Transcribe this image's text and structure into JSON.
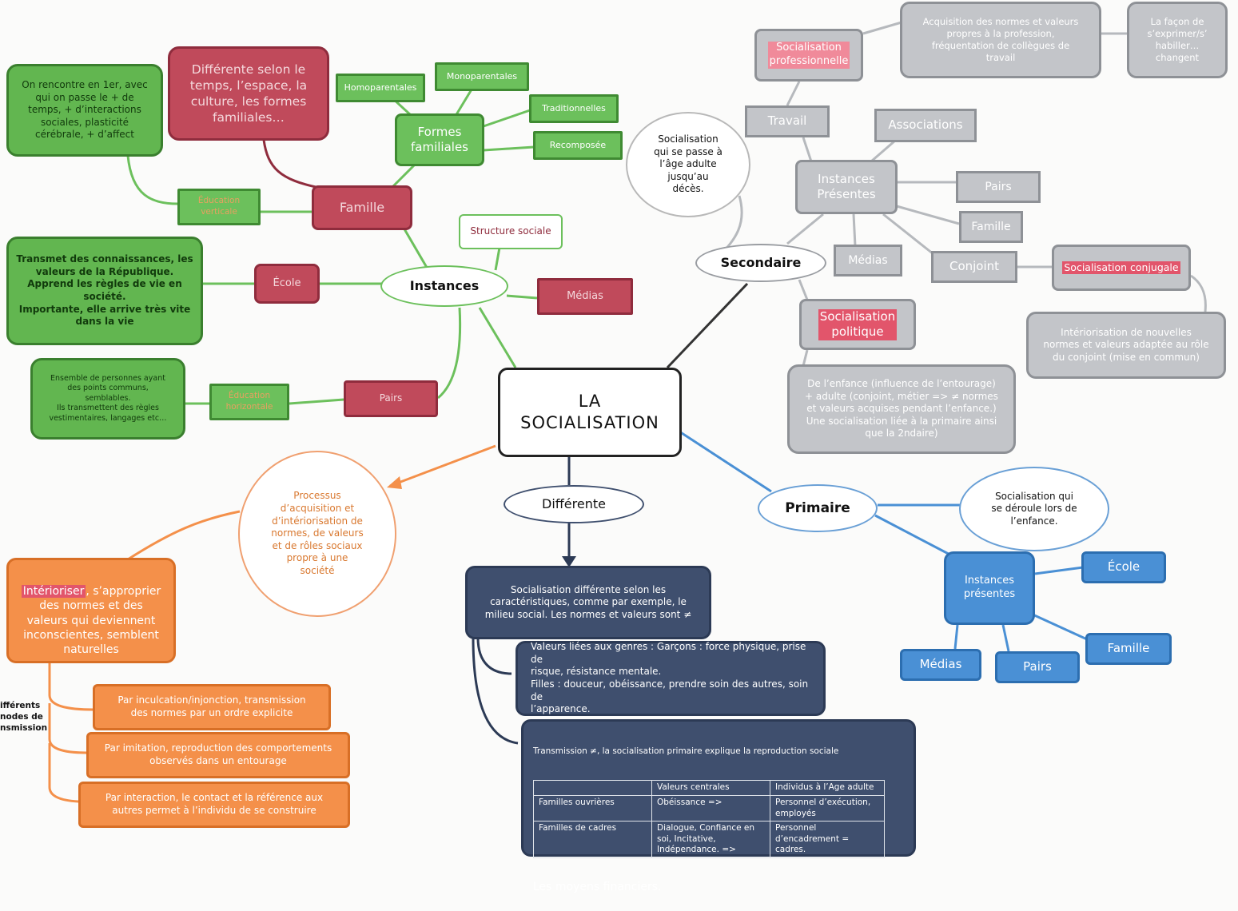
{
  "center": {
    "line1": "LA",
    "line2": "SOCIALISATION"
  },
  "branches": {
    "instances": "Instances",
    "secondaire": "Secondaire",
    "primaire": "Primaire",
    "differente": "Différente"
  },
  "left": {
    "famille": "Famille",
    "famille_desc": "Différente selon le\ntemps, l’espace, la\nculture, les formes\nfamiliales…",
    "formes_familiales": "Formes\nfamiliales",
    "homoparentales": "Homoparentales",
    "monoparentales": "Monoparentales",
    "traditionnelles": "Traditionnelles",
    "recomposee": "Recomposée",
    "education_verticale": "Éducation\nverticale",
    "famille_note": "On rencontre en 1er, avec\nqui on passe le + de\ntemps, + d’interactions\nsociales, plasticité\ncérébrale, + d’affect",
    "structure_sociale": "Structure sociale",
    "ecole": "École",
    "ecole_note": "Transmet des connaissances, les\nvaleurs de la République.\nApprend les règles de vie en\nsociété.\nImportante, elle arrive très vite\ndans la vie",
    "medias": "Médias",
    "pairs": "Pairs",
    "education_horizontale": "Éducation\nhorizontale",
    "pairs_note": "Ensemble de personnes ayant\ndes points communs,\nsemblables.\nIls transmettent des règles\nvestimentaires, langages etc…"
  },
  "secondary": {
    "age_adulte": "Socialisation\nqui se passe à\nl’âge adulte\njusqu’au\ndécès.",
    "travail": "Travail",
    "socialisation_pro": "Socialisation\nprofessionnelle",
    "acquisition_note": "Acquisition des normes et valeurs\npropres à la profession,\nfréquentation de collègues de\ntravail",
    "facon_note": "La façon de\ns’exprimer/s’\nhabiller…\nchangent",
    "associations": "Associations",
    "instances_presentes": "Instances\nPrésentes",
    "pairs": "Pairs",
    "famille": "Famille",
    "medias": "Médias",
    "conjoint": "Conjoint",
    "socialisation_conjugale": "Socialisation conjugale",
    "conjugale_note": "Intériorisation de nouvelles\nnormes et valeurs adaptée au rôle\ndu conjoint (mise en commun)",
    "socialisation_politique": "Socialisation\npolitique",
    "politique_note": "De l’enfance (influence de l’entourage)\n+ adulte (conjoint, métier => ≠ normes\net valeurs acquises pendant l’enfance.)\nUne socialisation liée à la primaire ainsi\nque la 2ndaire)"
  },
  "primary": {
    "enfance": "Socialisation qui\nse déroule lors de\nl’enfance.",
    "instances_presentes": "Instances\nprésentes",
    "ecole": "École",
    "famille": "Famille",
    "pairs": "Pairs",
    "medias": "Médias"
  },
  "definition": {
    "processus": "Processus\nd’acquisition et\nd’intériorisation de\nnormes, de valeurs\net de rôles sociaux\npropre à une\nsociété",
    "interioriser_hl": "Intérioriser",
    "interioriser_rest": ", s’approprier\ndes normes et des\nvaleurs qui deviennent\ninconscientes, semblent\nnaturelles",
    "modes_label": "ifférents\nnodes de\nnsmission",
    "inculcation": "Par inculcation/injonction, transmission\ndes normes par un ordre explicite",
    "imitation": "Par imitation, reproduction des comportements\nobservés dans un entourage",
    "interaction": "Par interaction, le contact et la référence aux\nautres permet à l’individu de se construire"
  },
  "different": {
    "desc": "Socialisation différente selon les\ncaractéristiques, comme par exemple, le\nmilieu social. Les normes et valeurs sont ≠",
    "genres": "Valeurs liées aux genres : Garçons : force physique, prise de\nrisque, résistance mentale.\nFilles : douceur, obéissance, prendre soin des autres, soin de\nl’apparence.",
    "transmission_title": "Transmission ≠, la socialisation primaire explique la reproduction sociale",
    "table": {
      "headers": [
        "",
        "Valeurs centrales",
        "Individus à l’Age adulte"
      ],
      "rows": [
        [
          "Familles ouvrières",
          "Obéissance        =>",
          "Personnel d’exécution,\nemployés"
        ],
        [
          "Familles de cadres",
          "Dialogue, Confiance en\nsoi, Incitative,\nIndépendance.           =>",
          "Personnel\nd’encadrement = cadres."
        ]
      ]
    },
    "moyens": "Les moyens financiers."
  }
}
